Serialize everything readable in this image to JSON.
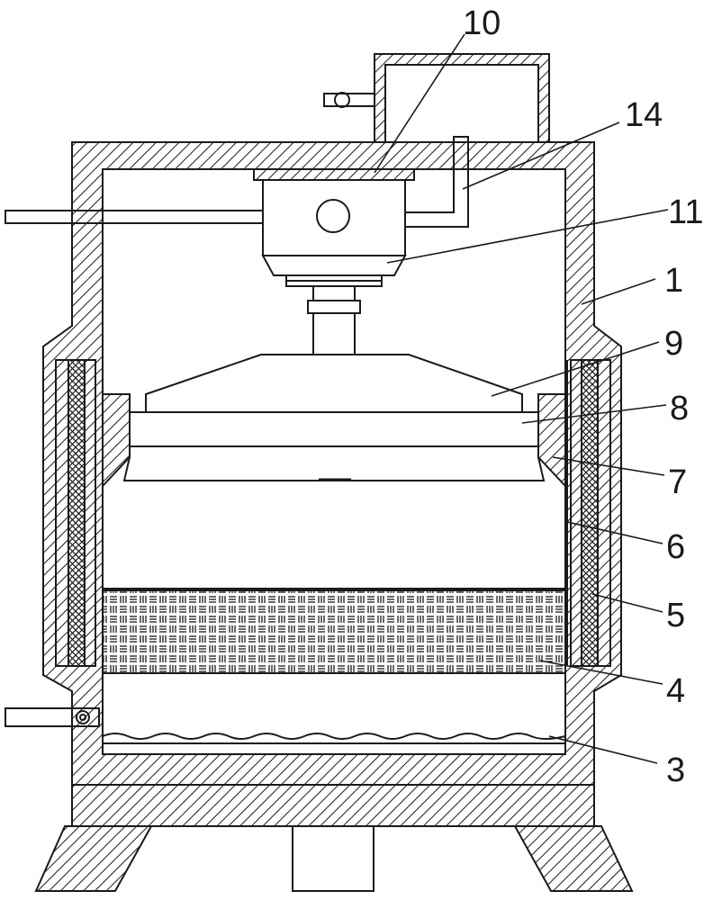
{
  "labels": [
    {
      "id": "10",
      "text": "10"
    },
    {
      "id": "14",
      "text": "14"
    },
    {
      "id": "11",
      "text": "11"
    },
    {
      "id": "1",
      "text": "1"
    },
    {
      "id": "9",
      "text": "9"
    },
    {
      "id": "8",
      "text": "8"
    },
    {
      "id": "7",
      "text": "7"
    },
    {
      "id": "6",
      "text": "6"
    },
    {
      "id": "5",
      "text": "5"
    },
    {
      "id": "4",
      "text": "4"
    },
    {
      "id": "3",
      "text": "3"
    }
  ],
  "colors": {
    "line": "#1a1a1a",
    "background": "#ffffff"
  }
}
